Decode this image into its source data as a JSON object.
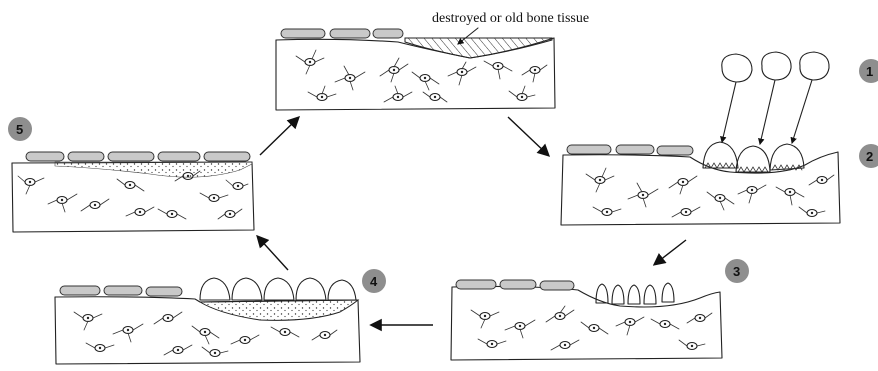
{
  "label_tissue": "destroyed or old bone tissue",
  "steps": {
    "s1": "1",
    "s2": "2",
    "s3": "3",
    "s4": "4",
    "s5": "5"
  }
}
